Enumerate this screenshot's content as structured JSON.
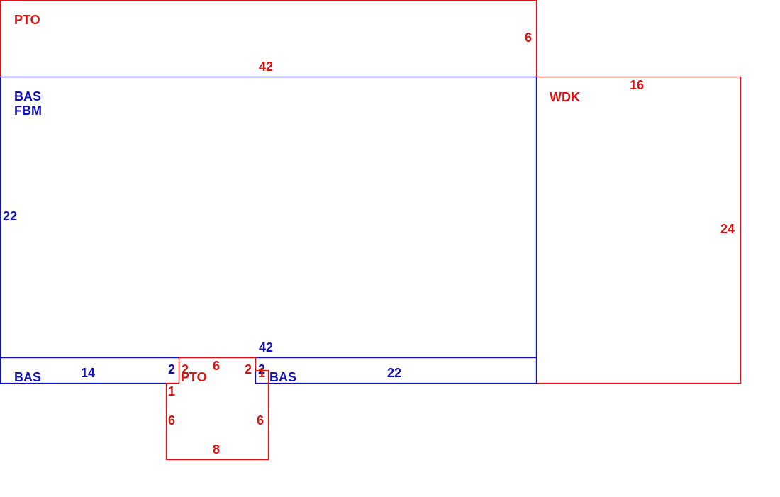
{
  "colors": {
    "red": "#dd1111",
    "blue": "#1111bb",
    "background": "#ffffff"
  },
  "areas": {
    "pto_top": {
      "code": "PTO",
      "dim_side": "6",
      "dim_base": "42"
    },
    "bas_main": {
      "code": "BAS",
      "code2": "FBM",
      "dim_left": "22",
      "dim_bottom": "42"
    },
    "wdk": {
      "code": "WDK",
      "dim_top": "16",
      "dim_right": "24"
    },
    "bas_left": {
      "code": "BAS",
      "dim_len": "14",
      "dim_end": "2"
    },
    "pto_bottom": {
      "code": "PTO",
      "dim_top_left": "2",
      "dim_top": "6",
      "dim_top_right": "2",
      "dim_left_step": "1",
      "dim_right_step": "1",
      "dim_left": "6",
      "dim_right": "6",
      "dim_bottom": "8"
    },
    "bas_right": {
      "code": "BAS",
      "dim_len": "22",
      "dim_end": "2"
    }
  }
}
